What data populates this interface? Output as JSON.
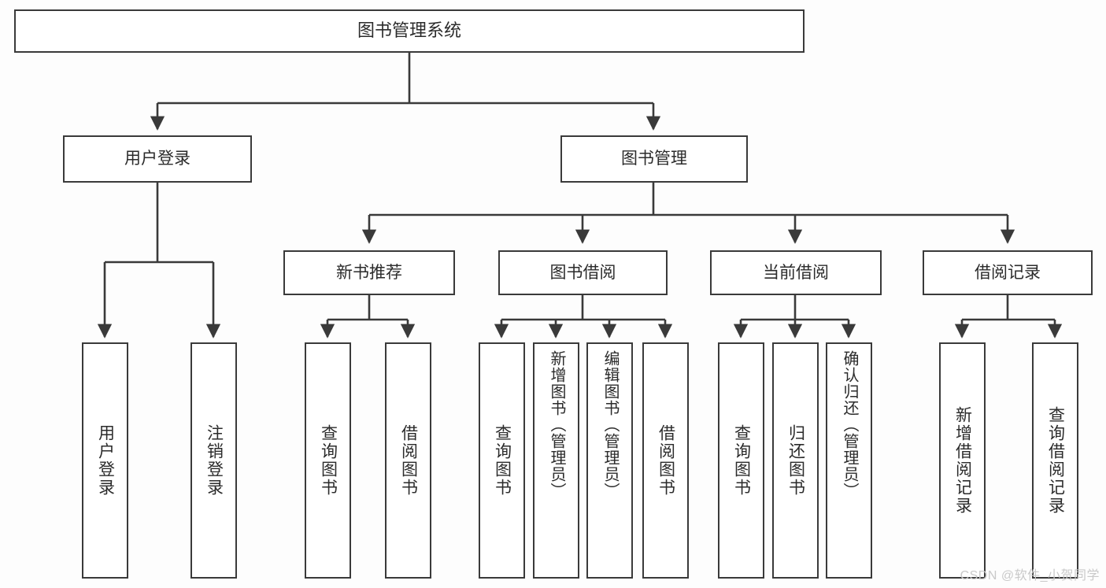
{
  "diagram": {
    "title": "图书管理系统",
    "watermark": "CSDN @软件_小贺同学",
    "colors": {
      "background": "#fdfdfd",
      "box_fill": "#ffffff",
      "box_border": "#3a3a3a",
      "connector": "#3a3a3a",
      "text": "#2b2b2b",
      "watermark": "#c9c9c9"
    },
    "nodes": {
      "root": "图书管理系统",
      "level1": [
        "用户登录",
        "图书管理"
      ],
      "level2": [
        "新书推荐",
        "图书借阅",
        "当前借阅",
        "借阅记录"
      ],
      "leaves": {
        "user_login": [
          "用户登录",
          "注销登录"
        ],
        "new_book_recommend": [
          "查询图书",
          "借阅图书"
        ],
        "book_borrow": [
          "查询图书",
          "新增图书（管理员）",
          "编辑图书（管理员）",
          "借阅图书"
        ],
        "current_borrow": [
          "查询图书",
          "归还图书",
          "确认归还（管理员）"
        ],
        "borrow_record": [
          "新增借阅记录",
          "查询借阅记录"
        ]
      }
    }
  }
}
